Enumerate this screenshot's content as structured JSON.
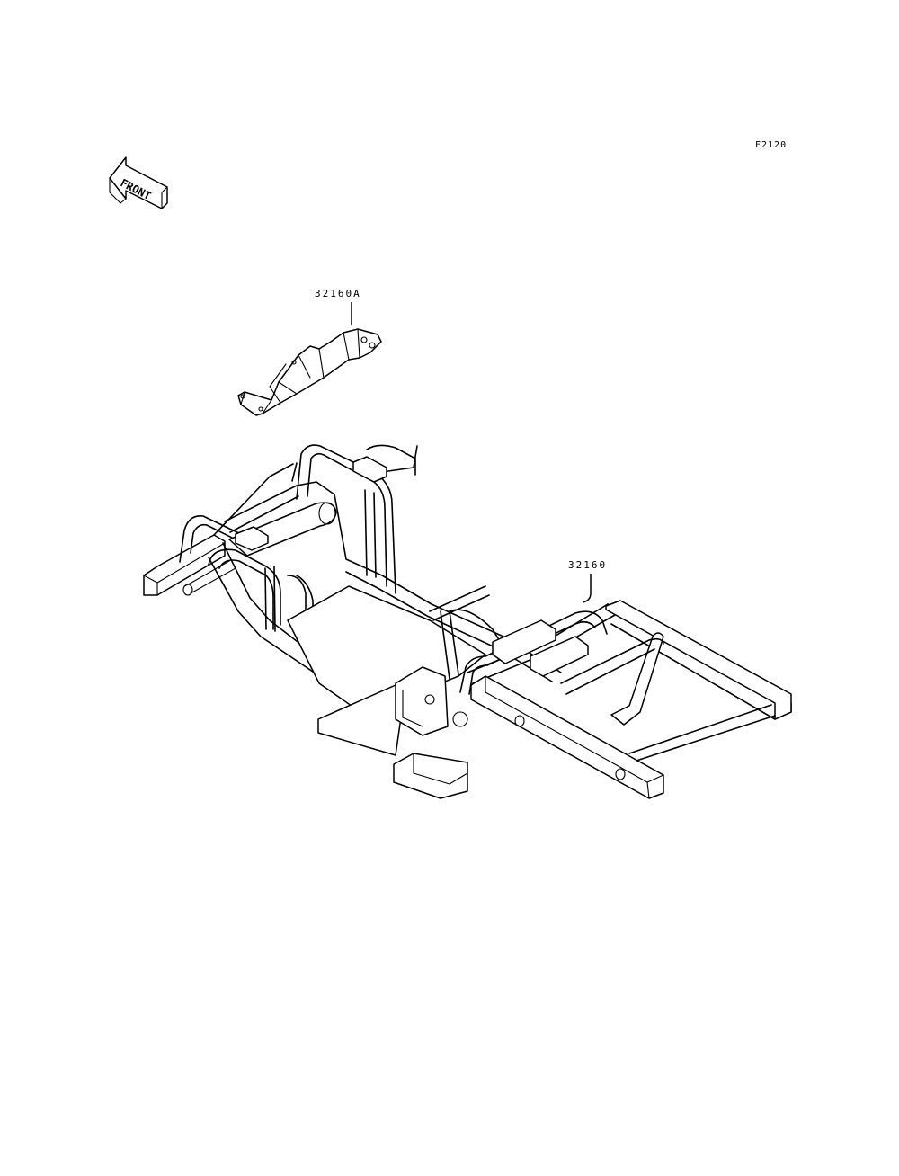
{
  "figure_code": "F2120",
  "front_arrow": {
    "label": "FRONT",
    "icon": "front-arrow-icon"
  },
  "callouts": [
    {
      "part_number": "32160A"
    },
    {
      "part_number": "32160"
    }
  ]
}
